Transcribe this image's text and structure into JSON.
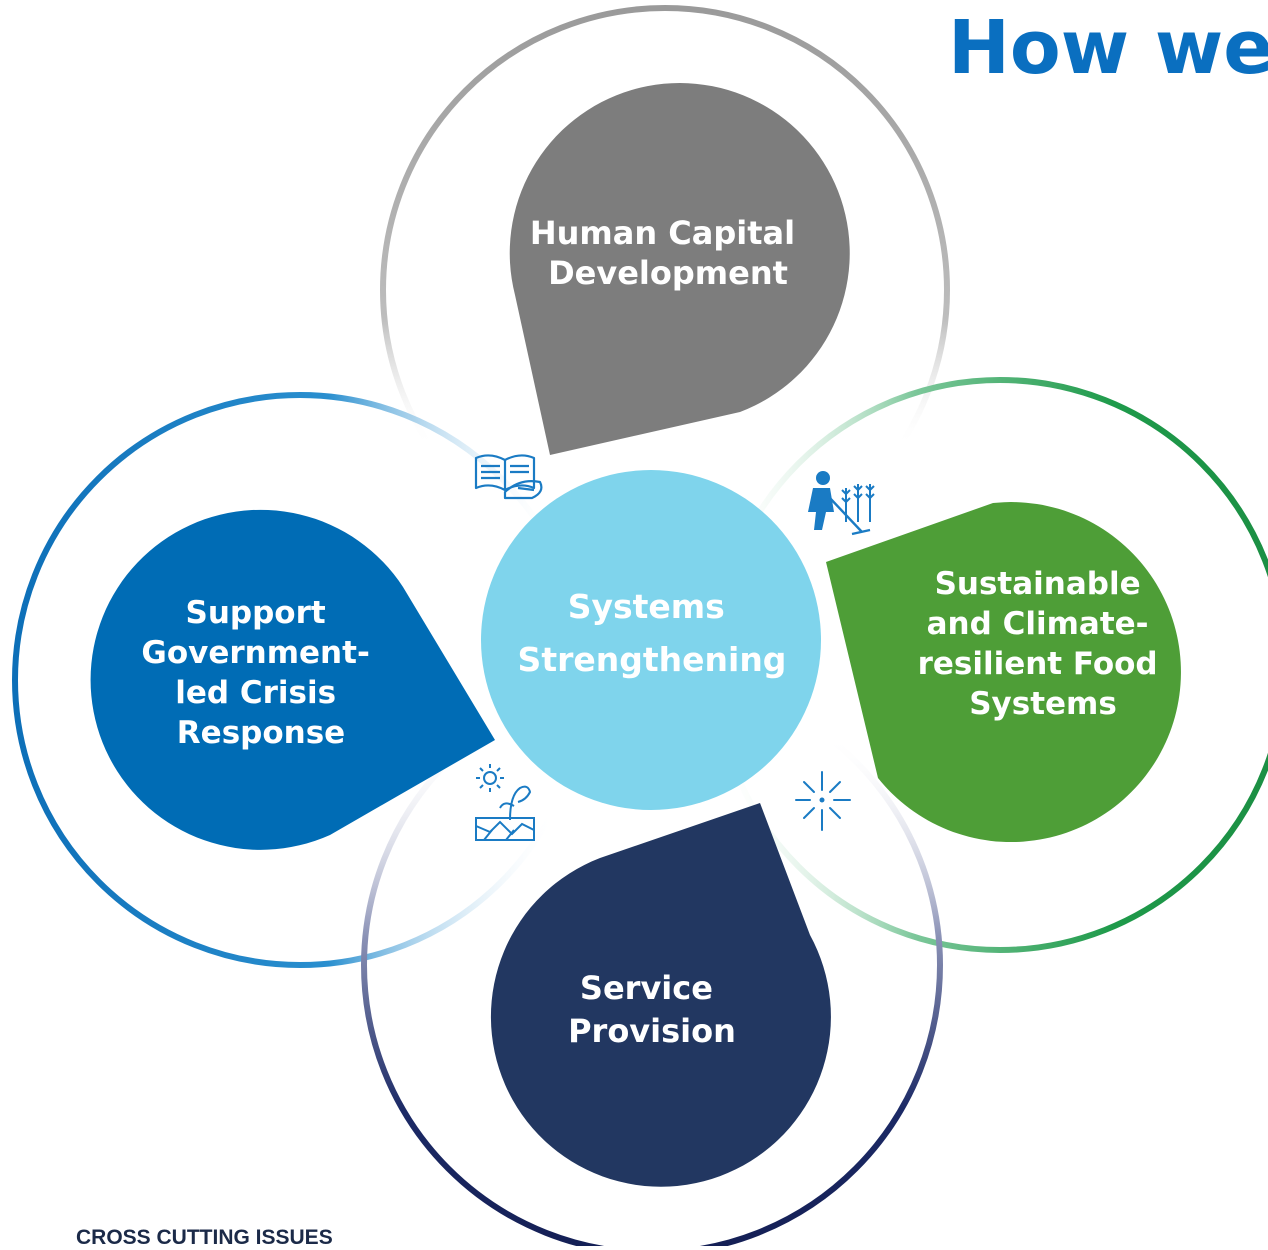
{
  "heading": "How we",
  "center": {
    "line1": "Systems",
    "line2": "Strengthening"
  },
  "pillars": {
    "top": {
      "lines": [
        "Human Capital",
        "Development"
      ],
      "color": "#7d7d7d",
      "ring": "#9a9a9a"
    },
    "right": {
      "lines": [
        "Sustainable",
        "and Climate-",
        "resilient Food",
        "Systems"
      ],
      "color": "#4e9e37",
      "ring": "#1e9a4a"
    },
    "left": {
      "lines": [
        "Support",
        "Government-",
        "led Crisis",
        "Response"
      ],
      "color": "#006cb5",
      "ring": "#1478bd"
    },
    "bottom": {
      "lines": [
        "Service",
        "Provision"
      ],
      "color": "#223761",
      "ring": "#1c2a66"
    }
  },
  "center_color": "#7fd4ec",
  "icons": [
    "book-icon",
    "farmer-icon",
    "sun-plant-icon",
    "sparkle-icon"
  ],
  "footer": "CROSS CUTTING ISSUES"
}
